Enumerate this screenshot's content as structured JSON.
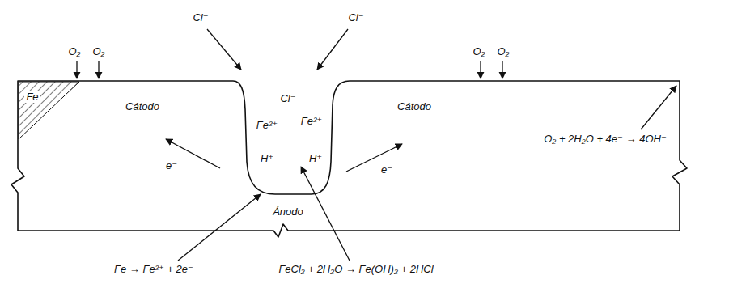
{
  "diagram": {
    "labels": [
      "Cl⁻",
      "Cl⁻",
      "O₂",
      "O₂",
      "O₂",
      "O₂",
      "Fe",
      "Cátodo",
      "Cl⁻",
      "Fe²⁺",
      "Fe²⁺",
      "H⁺",
      "H⁺",
      "Cátodo",
      "O₂ + 2H₂O + 4e⁻ → 4OH⁻",
      "e⁻",
      "e⁻",
      "Ánodo",
      "Fe → Fe²⁺ + 2e⁻",
      "FeCl₂ + 2H₂O → Fe(OH)₂ + 2HCl"
    ]
  }
}
